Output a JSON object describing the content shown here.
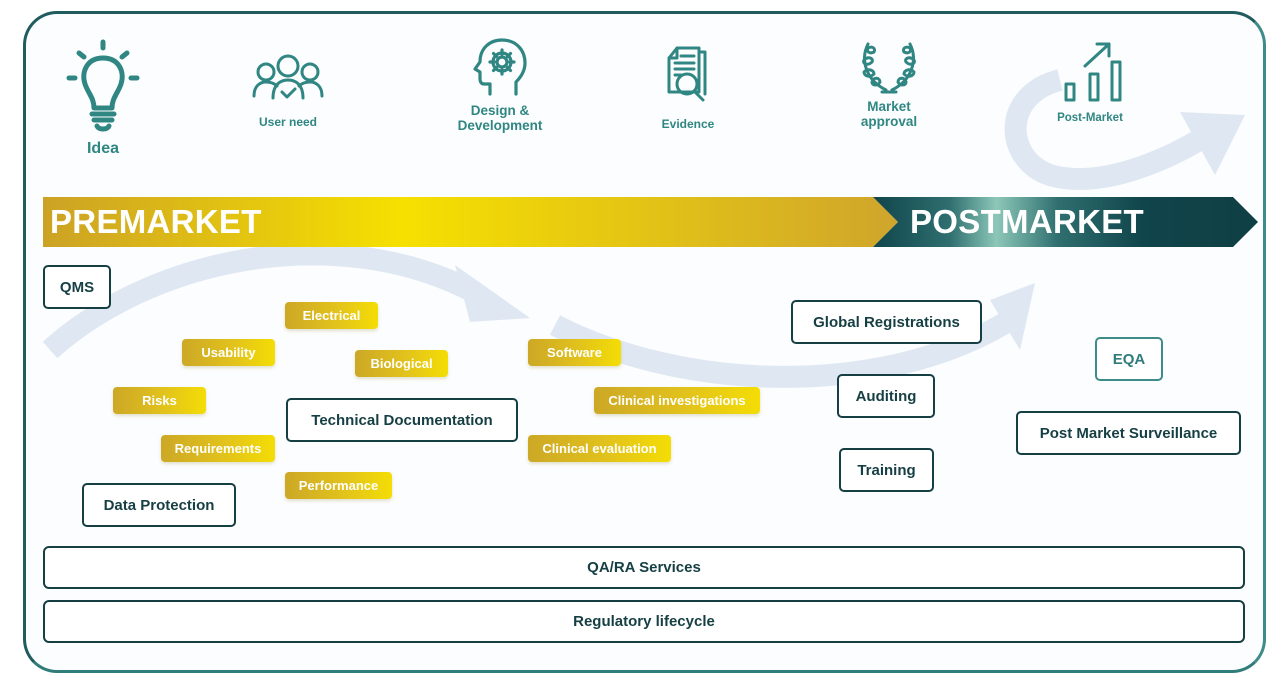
{
  "stages": [
    {
      "id": "idea",
      "label": "Idea",
      "icon": "lightbulb-icon"
    },
    {
      "id": "user-need",
      "label": "User need",
      "icon": "user-group-check-icon"
    },
    {
      "id": "design",
      "label_lines": [
        "Design &",
        "Development"
      ],
      "icon": "head-gear-icon"
    },
    {
      "id": "evidence",
      "label": "Evidence",
      "icon": "document-magnifier-icon"
    },
    {
      "id": "market-approval",
      "label_lines": [
        "Market",
        "approval"
      ],
      "icon": "laurel-wreath-icon"
    },
    {
      "id": "post-market",
      "label": "Post-Market",
      "icon": "growth-chart-icon"
    }
  ],
  "banner": {
    "premarket": "PREMARKET",
    "postmarket": "POSTMARKET"
  },
  "services": {
    "qms": "QMS",
    "technical_documentation": "Technical Documentation",
    "data_protection": "Data Protection",
    "global_registrations": "Global Registrations",
    "auditing": "Auditing",
    "training": "Training",
    "eqa": "EQA",
    "post_market_surveillance": "Post Market Surveillance"
  },
  "chips": {
    "electrical": "Electrical",
    "usability": "Usability",
    "biological": "Biological",
    "risks": "Risks",
    "requirements": "Requirements",
    "performance": "Performance",
    "software": "Software",
    "clinical_investigations": "Clinical investigations",
    "clinical_evaluation": "Clinical evaluation"
  },
  "footer": {
    "qa_ra_services": "QA/RA Services",
    "regulatory_lifecycle": "Regulatory lifecycle"
  },
  "colors": {
    "teal_icon": "#2f8682",
    "dark_teal": "#163f44",
    "gold": "#e2c21c",
    "swoosh": "#dce7f1"
  }
}
